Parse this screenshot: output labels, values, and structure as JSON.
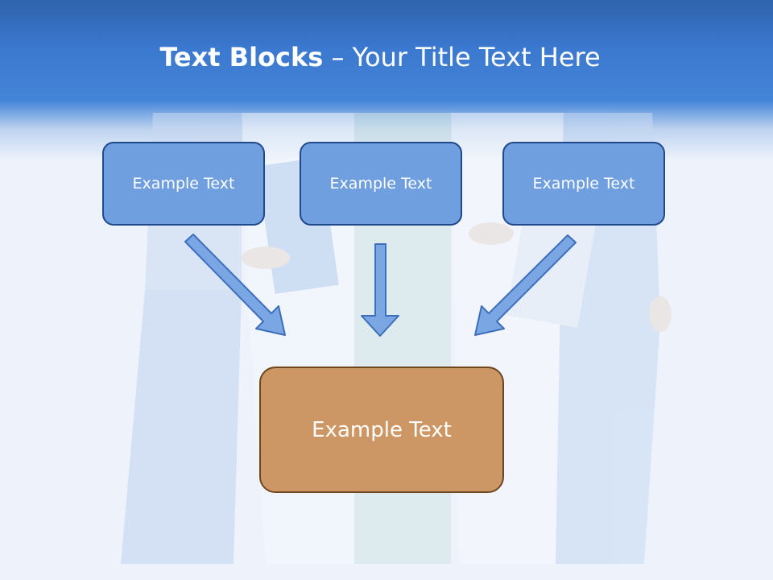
{
  "slide": {
    "title_bold": "Text Blocks",
    "title_separator": " – ",
    "title_rest": "Your Title Text Here",
    "top_boxes": [
      {
        "label": "Example Text"
      },
      {
        "label": "Example Text"
      },
      {
        "label": "Example Text"
      }
    ],
    "bottom_box": {
      "label": "Example Text"
    }
  },
  "colors": {
    "header": "#3b78cf",
    "top_box_fill": "#6f9fdf",
    "top_box_border": "#20488c",
    "bottom_box_fill": "#cc9764",
    "bottom_box_border": "#6d4720",
    "arrow_fill": "#7aa7e3",
    "arrow_stroke": "#3d6fbd"
  }
}
